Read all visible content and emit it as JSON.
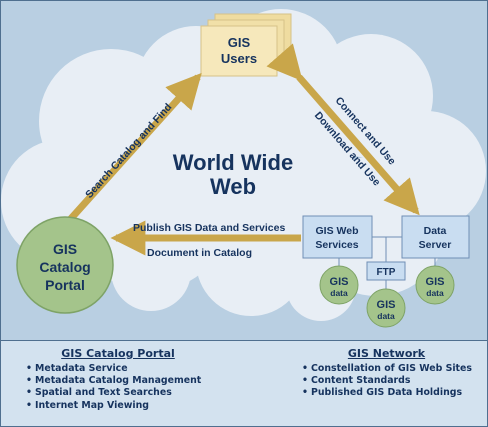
{
  "diagram": {
    "center_title": [
      "World Wide",
      "Web"
    ],
    "users_label": [
      "GIS",
      "Users"
    ],
    "portal_label": [
      "GIS",
      "Catalog",
      "Portal"
    ],
    "web_services_label": [
      "GIS Web",
      "Services"
    ],
    "data_server_label": [
      "Data",
      "Server"
    ],
    "ftp_label": "FTP",
    "gis_data_label": [
      "GIS",
      "data"
    ],
    "arrows": {
      "search": "Search Catalog and Find",
      "connect": "Connect and Use",
      "download": "Download and Use",
      "publish": "Publish GIS Data and Services",
      "document": "Document in Catalog"
    },
    "colors": {
      "sky": "#b9cfe2",
      "cloud": "#e8eef5",
      "users_box": "#f6e8bb",
      "arrow": "#c9a64a",
      "portal_circle": "#a4c48b",
      "server_box": "#c9ddf1",
      "text": "#16335e"
    }
  },
  "legend": {
    "portal": {
      "title": "GIS Catalog Portal",
      "items": [
        "Metadata Service",
        "Metadata Catalog Management",
        "Spatial and Text Searches",
        "Internet Map Viewing"
      ]
    },
    "network": {
      "title": "GIS Network",
      "items": [
        "Constellation of GIS Web Sites",
        "Content Standards",
        "Published GIS Data Holdings"
      ]
    }
  }
}
